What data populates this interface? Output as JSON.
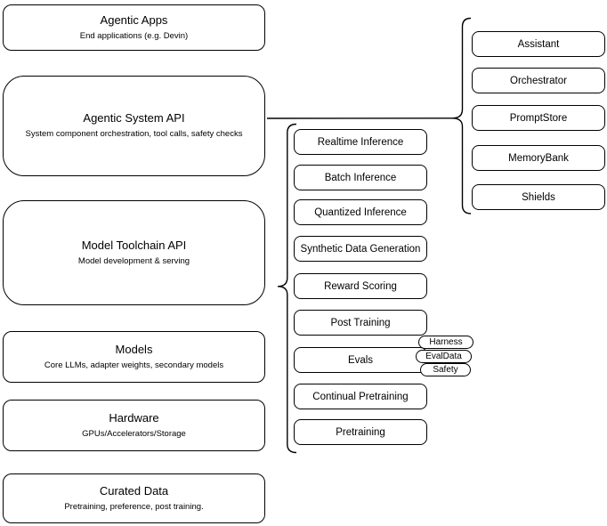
{
  "layers": [
    {
      "title": "Agentic Apps",
      "subtitle": "End applications (e.g. Devin)"
    },
    {
      "title": "Agentic System API",
      "subtitle": "System component orchestration, tool calls, safety checks"
    },
    {
      "title": "Model Toolchain API",
      "subtitle": "Model development & serving"
    },
    {
      "title": "Models",
      "subtitle": "Core LLMs, adapter weights, secondary models"
    },
    {
      "title": "Hardware",
      "subtitle": "GPUs/Accelerators/Storage"
    },
    {
      "title": "Curated Data",
      "subtitle": "Pretraining, preference, post training."
    }
  ],
  "toolchain": {
    "items": [
      "Realtime Inference",
      "Batch Inference",
      "Quantized Inference",
      "Synthetic Data Generation",
      "Reward Scoring",
      "Post Training",
      "Evals",
      "Continual Pretraining",
      "Pretraining"
    ],
    "eval_tags": [
      "Harness",
      "EvalData",
      "Safety"
    ]
  },
  "system_components": [
    "Assistant",
    "Orchestrator",
    "PromptStore",
    "MemoryBank",
    "Shields"
  ],
  "colors": {
    "stroke": "#000000",
    "fill": "#ffffff",
    "text": "#000000"
  }
}
